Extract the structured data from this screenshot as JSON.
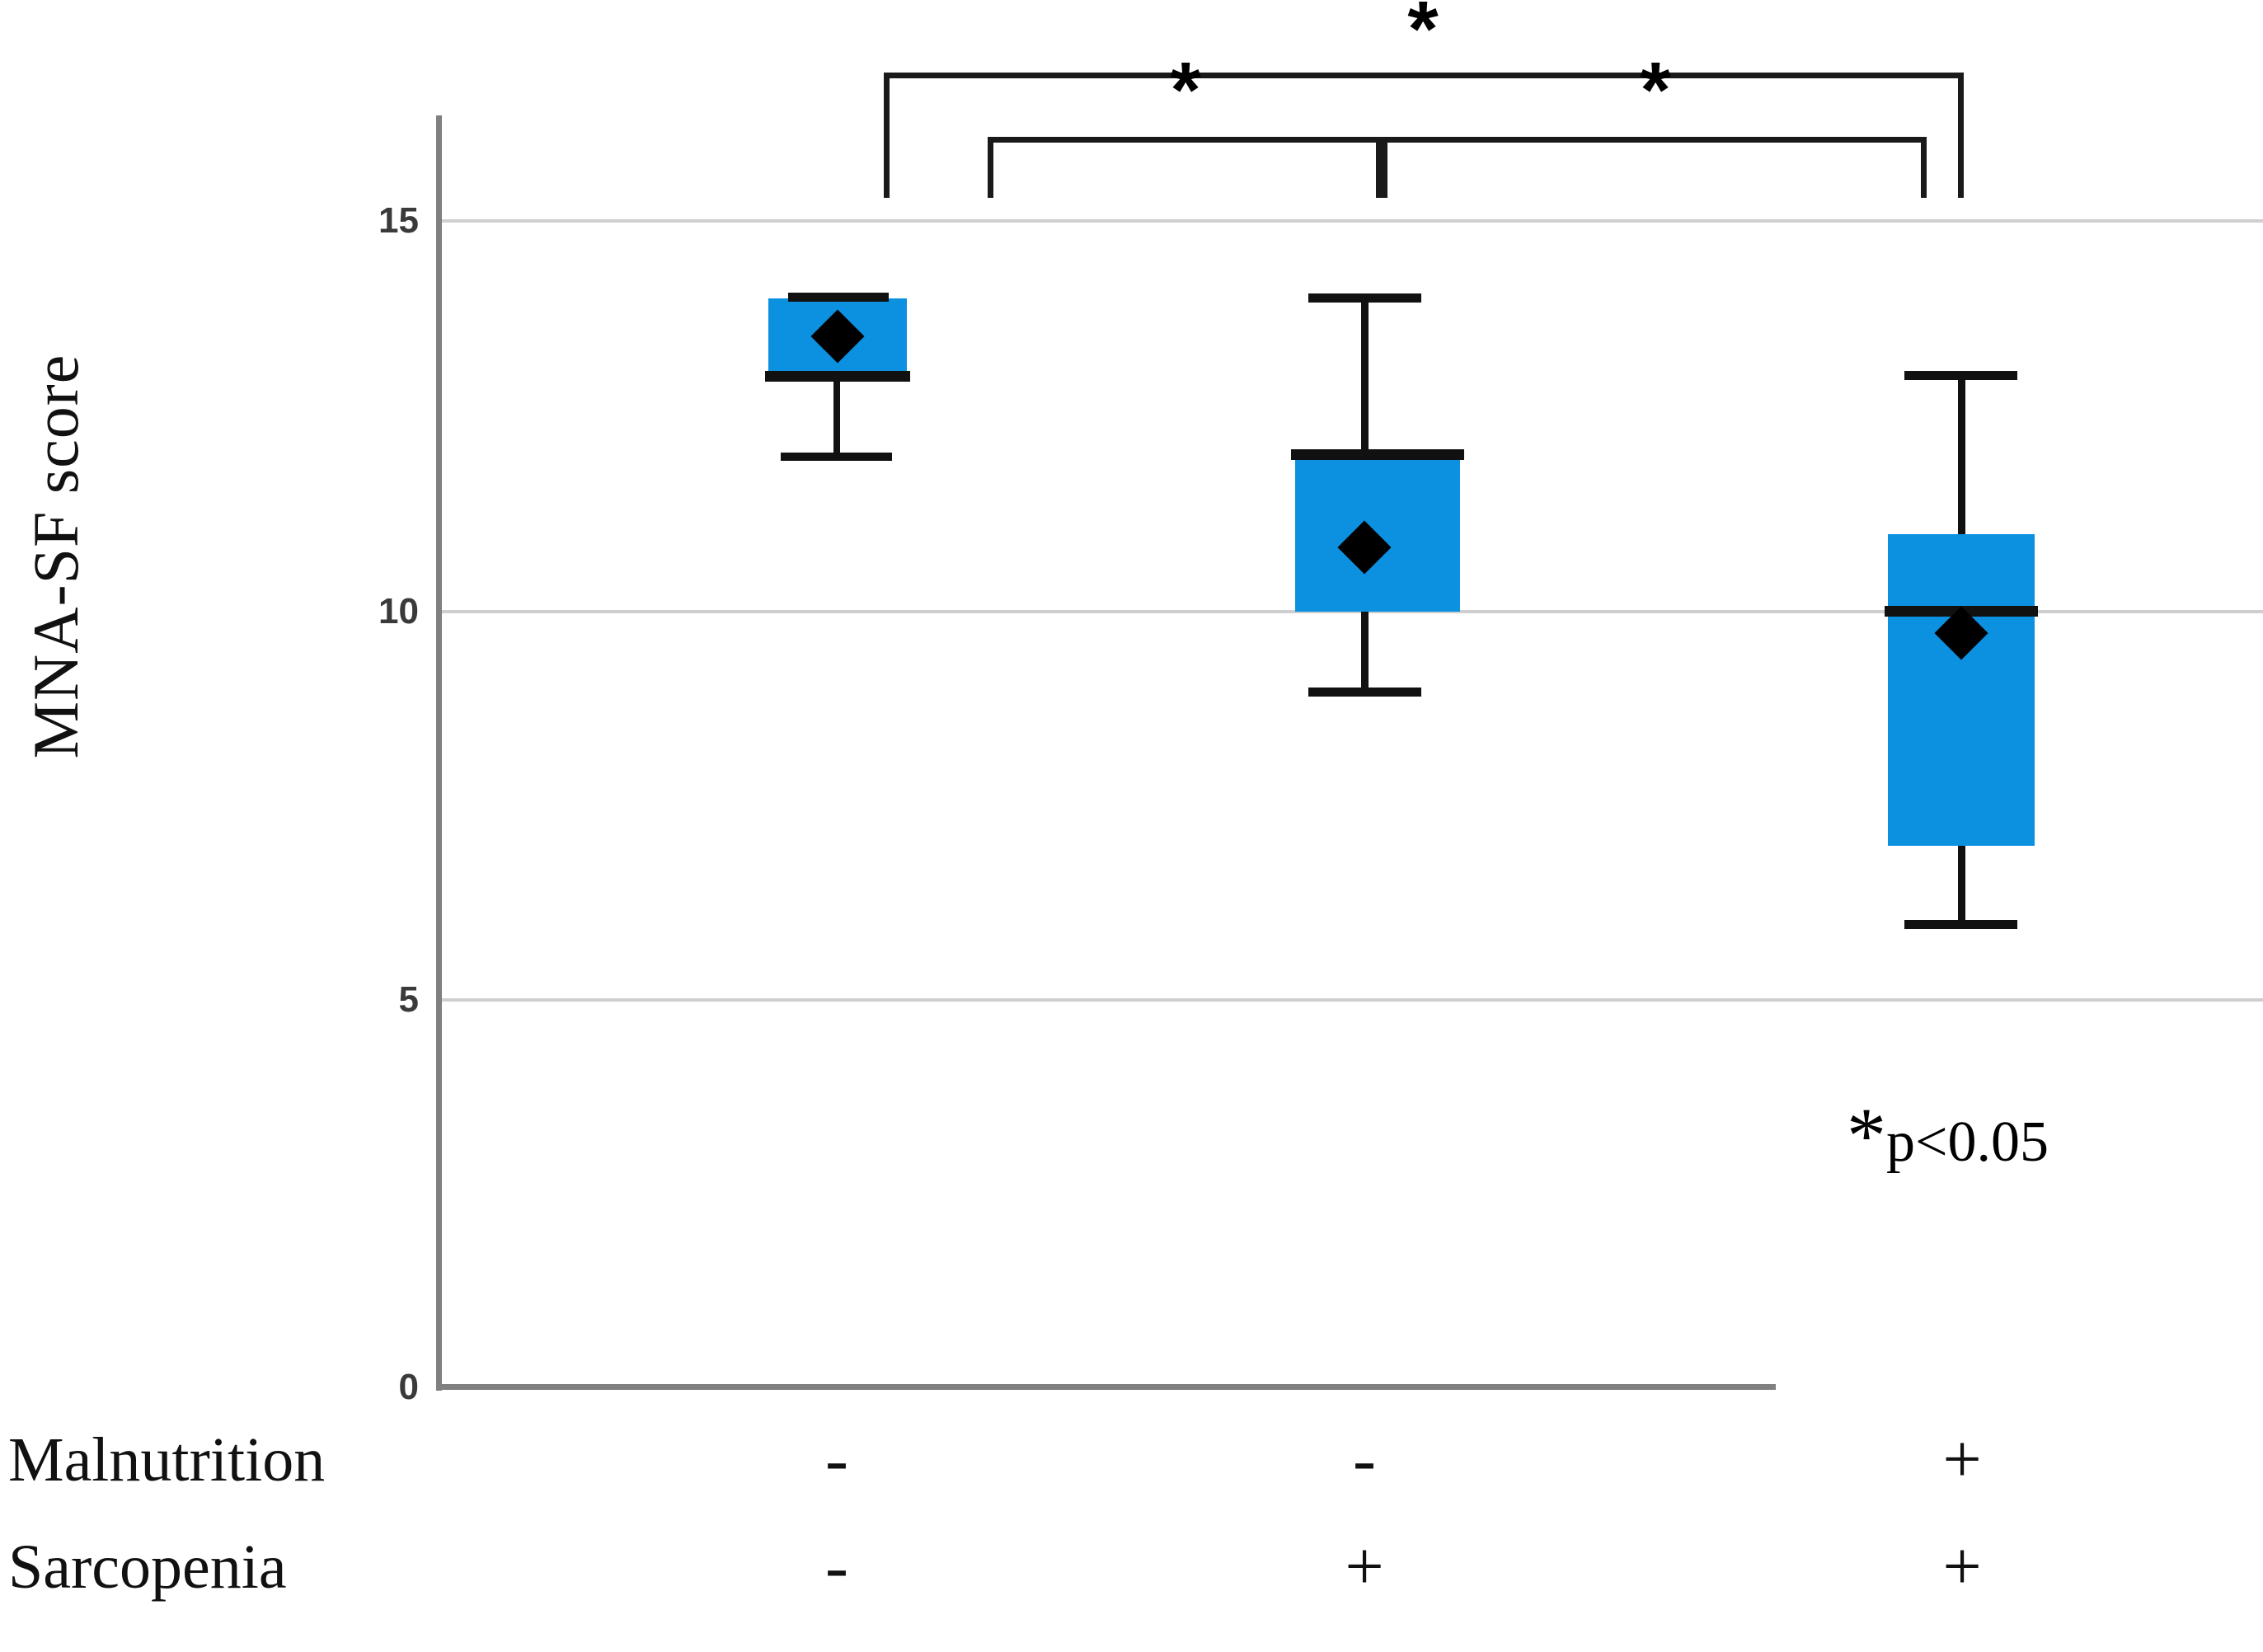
{
  "chart_data": {
    "type": "box",
    "title": "",
    "xlabel": "",
    "ylabel": "MNA-SF score",
    "ylim": [
      0,
      15
    ],
    "yticks": [
      15,
      10,
      5,
      0
    ],
    "ytick_labels": [
      "15",
      "10",
      "5",
      "0"
    ],
    "grid": true,
    "legend": {
      "star": "*",
      "text": "p<0.05",
      "position": "inside-lower-right"
    },
    "categories": [
      "Malnutrition - / Sarcopenia -",
      "Malnutrition - / Sarcopenia +",
      "Malnutrition + / Sarcopenia +"
    ],
    "group_rows": [
      {
        "label": "Malnutrition",
        "values": [
          "-",
          "-",
          "+"
        ]
      },
      {
        "label": "Sarcopenia",
        "values": [
          "-",
          "+",
          "+"
        ]
      }
    ],
    "boxes": [
      {
        "name": "group-1",
        "whisker_low": 12.0,
        "q1": 13.0,
        "median": 14.0,
        "q3": 14.0,
        "whisker_high": 14.0,
        "mean": 13.5
      },
      {
        "name": "group-2",
        "whisker_low": 9.0,
        "q1": 10.0,
        "median": 12.0,
        "q3": 12.0,
        "whisker_high": 14.0,
        "mean": 10.7
      },
      {
        "name": "group-3",
        "whisker_low": 7.0,
        "q1": 8.0,
        "median": 10.0,
        "q3": 11.0,
        "whisker_high": 13.0,
        "mean": 9.85
      }
    ],
    "significance": [
      {
        "id": "sig-1-2",
        "from": 0,
        "to": 1,
        "marker": "*"
      },
      {
        "id": "sig-2-3",
        "from": 1,
        "to": 2,
        "marker": "*"
      },
      {
        "id": "sig-1-3",
        "from": 0,
        "to": 2,
        "marker": "*"
      }
    ],
    "colors": {
      "box_fill": "#0C90E0",
      "box_line": "#111111",
      "grid": "#cfcfcf",
      "axis": "#808080",
      "text": "#111111"
    }
  }
}
